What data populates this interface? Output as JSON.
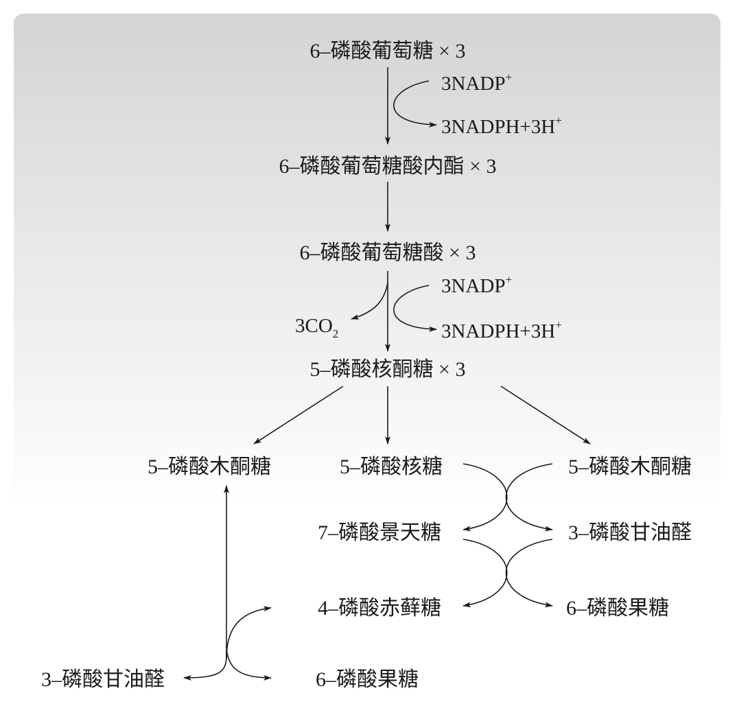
{
  "nodes": {
    "g6p": "6–磷酸葡萄糖 × 3",
    "lactone": "6–磷酸葡萄糖酸内酯 × 3",
    "gluconate": "6–磷酸葡萄糖酸 × 3",
    "ru5p": "5–磷酸核酮糖 × 3",
    "xu5p_left": "5–磷酸木酮糖",
    "r5p": "5–磷酸核糖",
    "xu5p_right": "5–磷酸木酮糖",
    "s7p": "7–磷酸景天糖",
    "g3p_mid": "3–磷酸甘油醛",
    "e4p": "4–磷酸赤藓糖",
    "f6p_right": "6–磷酸果糖",
    "g3p_bottom": "3–磷酸甘油醛",
    "f6p_bottom": "6–磷酸果糖"
  },
  "cofactors": {
    "nadp1": "3NADP",
    "nadp1_sup": "+",
    "nadph1": "3NADPH+3H",
    "nadph1_sup": "+",
    "nadp2": "3NADP",
    "nadp2_sup": "+",
    "nadph2": "3NADPH+3H",
    "nadph2_sup": "+",
    "co2": "3CO",
    "co2_sub": "2"
  }
}
